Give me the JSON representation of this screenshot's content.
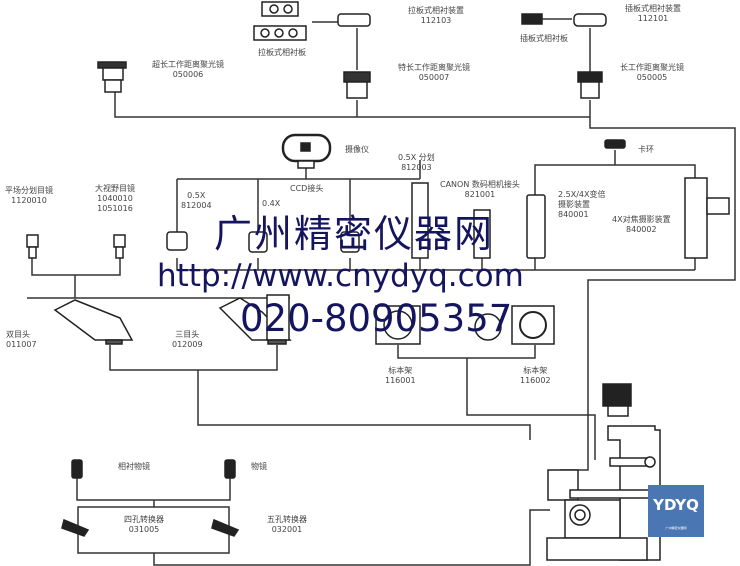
{
  "labels": {
    "pull_phase_plate": "拉板式相衬板",
    "pull_phase_device": {
      "name": "拉板式相衬装置",
      "code": "112103"
    },
    "insert_phase_plate": "插板式相衬板",
    "insert_phase_device": {
      "name": "插板式相衬装置",
      "code": "112101"
    },
    "ultra_long_condenser": {
      "name": "超长工作距离聚光镜",
      "code": "050006"
    },
    "extra_long_condenser": {
      "name": "特长工作距离聚光镜",
      "code": "050007"
    },
    "long_condenser": {
      "name": "长工作距离聚光镜",
      "code": "050005"
    },
    "camera": "摄像仪",
    "ccd_adapter": "CCD接头",
    "adapter_05x": {
      "name": "0.5X",
      "code": "812004"
    },
    "adapter_04x": {
      "name": "0.4X"
    },
    "adapter_05x_reticle": {
      "name": "0.5X 分划",
      "code": "812003"
    },
    "canon_adapter": {
      "name": "CANON 数码相机接头",
      "code": "821001"
    },
    "clamp_ring": "卡环",
    "zoom_photo": {
      "name1": "2.5X/4X变倍",
      "name2": "摄影装置",
      "code": "840001"
    },
    "focus_photo": {
      "name": "4X对焦摄影装置",
      "code": "840002"
    },
    "reticle_eyepiece": {
      "name": "平场分划目镜",
      "code": "1120010"
    },
    "wide_eyepiece": {
      "name": "大视野目镜",
      "code1": "1040010",
      "code2": "1051016"
    },
    "binocular_head": {
      "name": "双目头",
      "code": "011007"
    },
    "trinocular_head": {
      "name": "三目头",
      "code": "012009"
    },
    "stage1": {
      "name": "标本架",
      "code": "116001"
    },
    "stage2": {
      "name": "标本架",
      "code": "116002"
    },
    "phase_objective": "相衬物镜",
    "objective": "物镜",
    "nosepiece4": {
      "name": "四孔转换器",
      "code": "031005"
    },
    "nosepiece5": {
      "name": "五孔转换器",
      "code": "032001"
    }
  },
  "watermark": {
    "name": "广州精密仪器网",
    "url": "http://www.cnydyq.com",
    "phone": "020-80905357"
  },
  "logo": {
    "text": "YDYQ",
    "subtitle": "广州精密仪器网",
    "color": "#4a77b4"
  }
}
